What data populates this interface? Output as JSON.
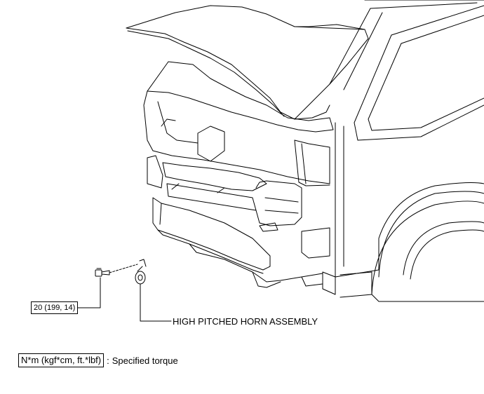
{
  "bolt": {
    "torque_value": "20 (199, 14)"
  },
  "horn": {
    "label": "HIGH PITCHED HORN ASSEMBLY"
  },
  "legend": {
    "unit_box": "N*m (kgf*cm, ft.*lbf)",
    "separator": ":",
    "description": "Specified torque"
  },
  "colors": {
    "line": "#000000",
    "background": "#ffffff"
  }
}
